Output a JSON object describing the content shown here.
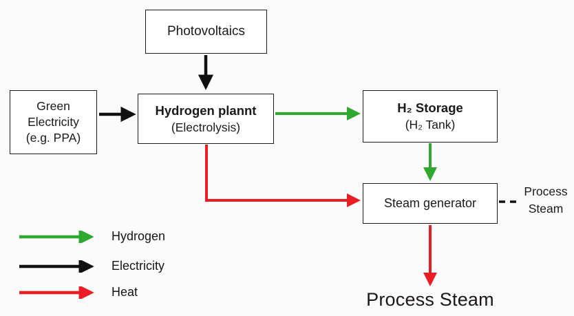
{
  "colors": {
    "hydrogen": "#2fa82f",
    "electricity": "#111111",
    "heat": "#ea1d25"
  },
  "nodes": {
    "photovoltaics": {
      "title": "Photovoltaics"
    },
    "green_electricity": {
      "lines": [
        "Green",
        "Electricity",
        "(e.g. PPA)"
      ]
    },
    "hydrogen_plant": {
      "title": "Hydrogen plannt",
      "subtitle": "(Electrolysis)"
    },
    "h2_storage": {
      "title": "H₂ Storage",
      "subtitle": "(H₂ Tank)"
    },
    "steam_generator": {
      "title": "Steam generator"
    }
  },
  "labels": {
    "process_steam_side": "Process Steam",
    "process_steam_bottom": "Process Steam"
  },
  "legend": {
    "items": [
      {
        "label": "Hydrogen",
        "color": "#2fa82f"
      },
      {
        "label": "Electricity",
        "color": "#111111"
      },
      {
        "label": "Heat",
        "color": "#ea1d25"
      }
    ]
  }
}
